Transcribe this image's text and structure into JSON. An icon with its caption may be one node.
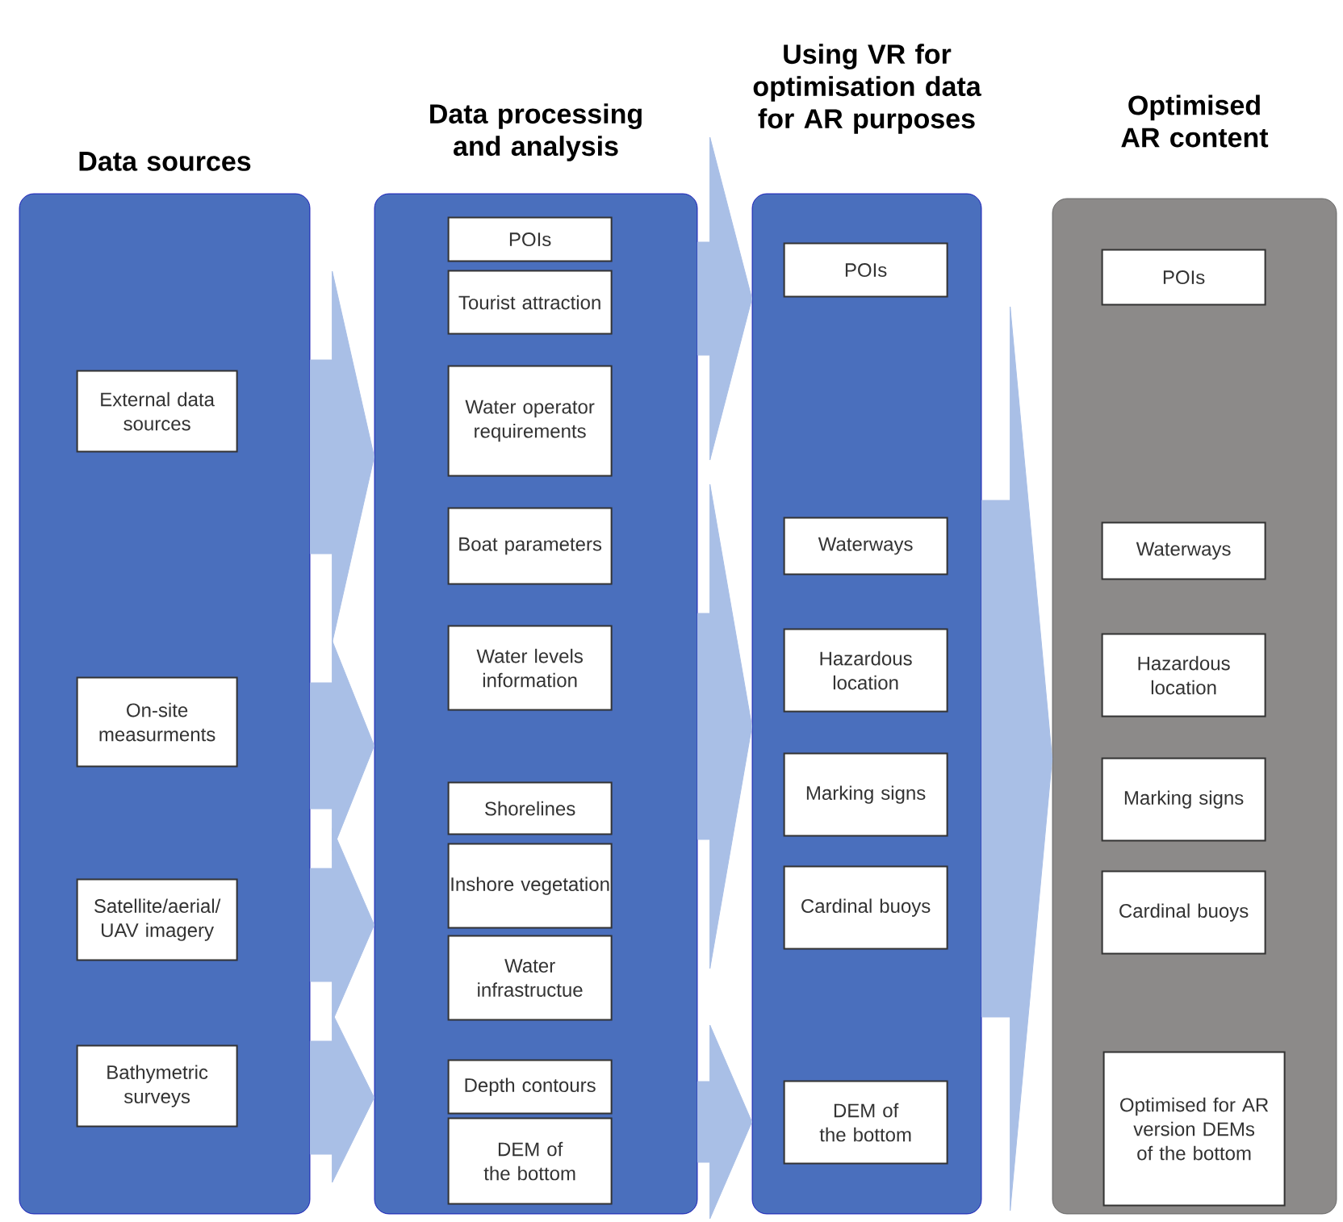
{
  "diagram": {
    "nodes": [
      {
        "text": [
          "Data sources"
        ]
      },
      {
        "text": [
          "External data sources"
        ],
        "in": 0
      },
      {
        "text": [
          "On-site measurments"
        ],
        "in": 0
      },
      {
        "text": [
          "Satellite/aerial/ UAV imagery"
        ],
        "in": 0
      },
      {
        "text": [
          "Bathymetric surveys"
        ],
        "in": 0
      },
      {
        "text": [
          "Data processing and analysis"
        ]
      },
      {
        "text": [
          "POIs"
        ],
        "in": 5
      },
      {
        "text": [
          "Tourist attraction"
        ],
        "in": 5
      },
      {
        "text": [
          "Water operator requirements"
        ],
        "in": 5
      },
      {
        "text": [
          "Boat parameters"
        ],
        "in": 5
      },
      {
        "text": [
          "Water levels information"
        ],
        "in": 5
      },
      {
        "text": [
          "Shorelines"
        ],
        "in": 5
      },
      {
        "text": [
          "Inshore vegetation"
        ],
        "in": 5
      },
      {
        "text": [
          "Water infrastructue"
        ],
        "in": 5
      },
      {
        "text": [
          "Depth contours"
        ],
        "in": 5
      },
      {
        "text": [
          "DEM of the bottom"
        ],
        "in": 5
      },
      {
        "text": [
          "Using VR for optimisation data for AR purposes"
        ]
      },
      {
        "text": [
          "POIs"
        ],
        "in": 16
      },
      {
        "text": [
          "Waterways"
        ],
        "in": 16
      },
      {
        "text": [
          "Hazardous location"
        ],
        "in": 16
      },
      {
        "text": [
          "Marking signs"
        ],
        "in": 16
      },
      {
        "text": [
          "Cardinal buoys"
        ],
        "in": 16
      },
      {
        "text": [
          "DEM of the bottom"
        ],
        "in": 16
      },
      {
        "text": [
          "Optimised AR content"
        ]
      },
      {
        "text": [
          "POIs"
        ],
        "in": 23
      },
      {
        "text": [
          "Waterways"
        ],
        "in": 23
      },
      {
        "text": [
          "Hazardous location"
        ],
        "in": 23
      },
      {
        "text": [
          "Marking signs"
        ],
        "in": 23
      },
      {
        "text": [
          "Cardinal buoys"
        ],
        "in": 23
      },
      {
        "text": [
          "Optimised for AR version DEMs of the bottom"
        ],
        "in": 23
      }
    ],
    "edges": [
      {
        "from": 0,
        "to": 5,
        "arrow": "to"
      },
      {
        "from": 0,
        "to": 5,
        "arrow": "to"
      },
      {
        "from": 0,
        "to": 5,
        "arrow": "to"
      },
      {
        "from": 0,
        "to": 5,
        "arrow": "to"
      },
      {
        "from": 5,
        "to": 16,
        "arrow": "to"
      },
      {
        "from": 5,
        "to": 16,
        "arrow": "to",
        "style": "thick"
      },
      {
        "from": 5,
        "to": 16,
        "arrow": "to"
      },
      {
        "from": 16,
        "to": 23,
        "arrow": "to",
        "style": "thick"
      }
    ]
  }
}
